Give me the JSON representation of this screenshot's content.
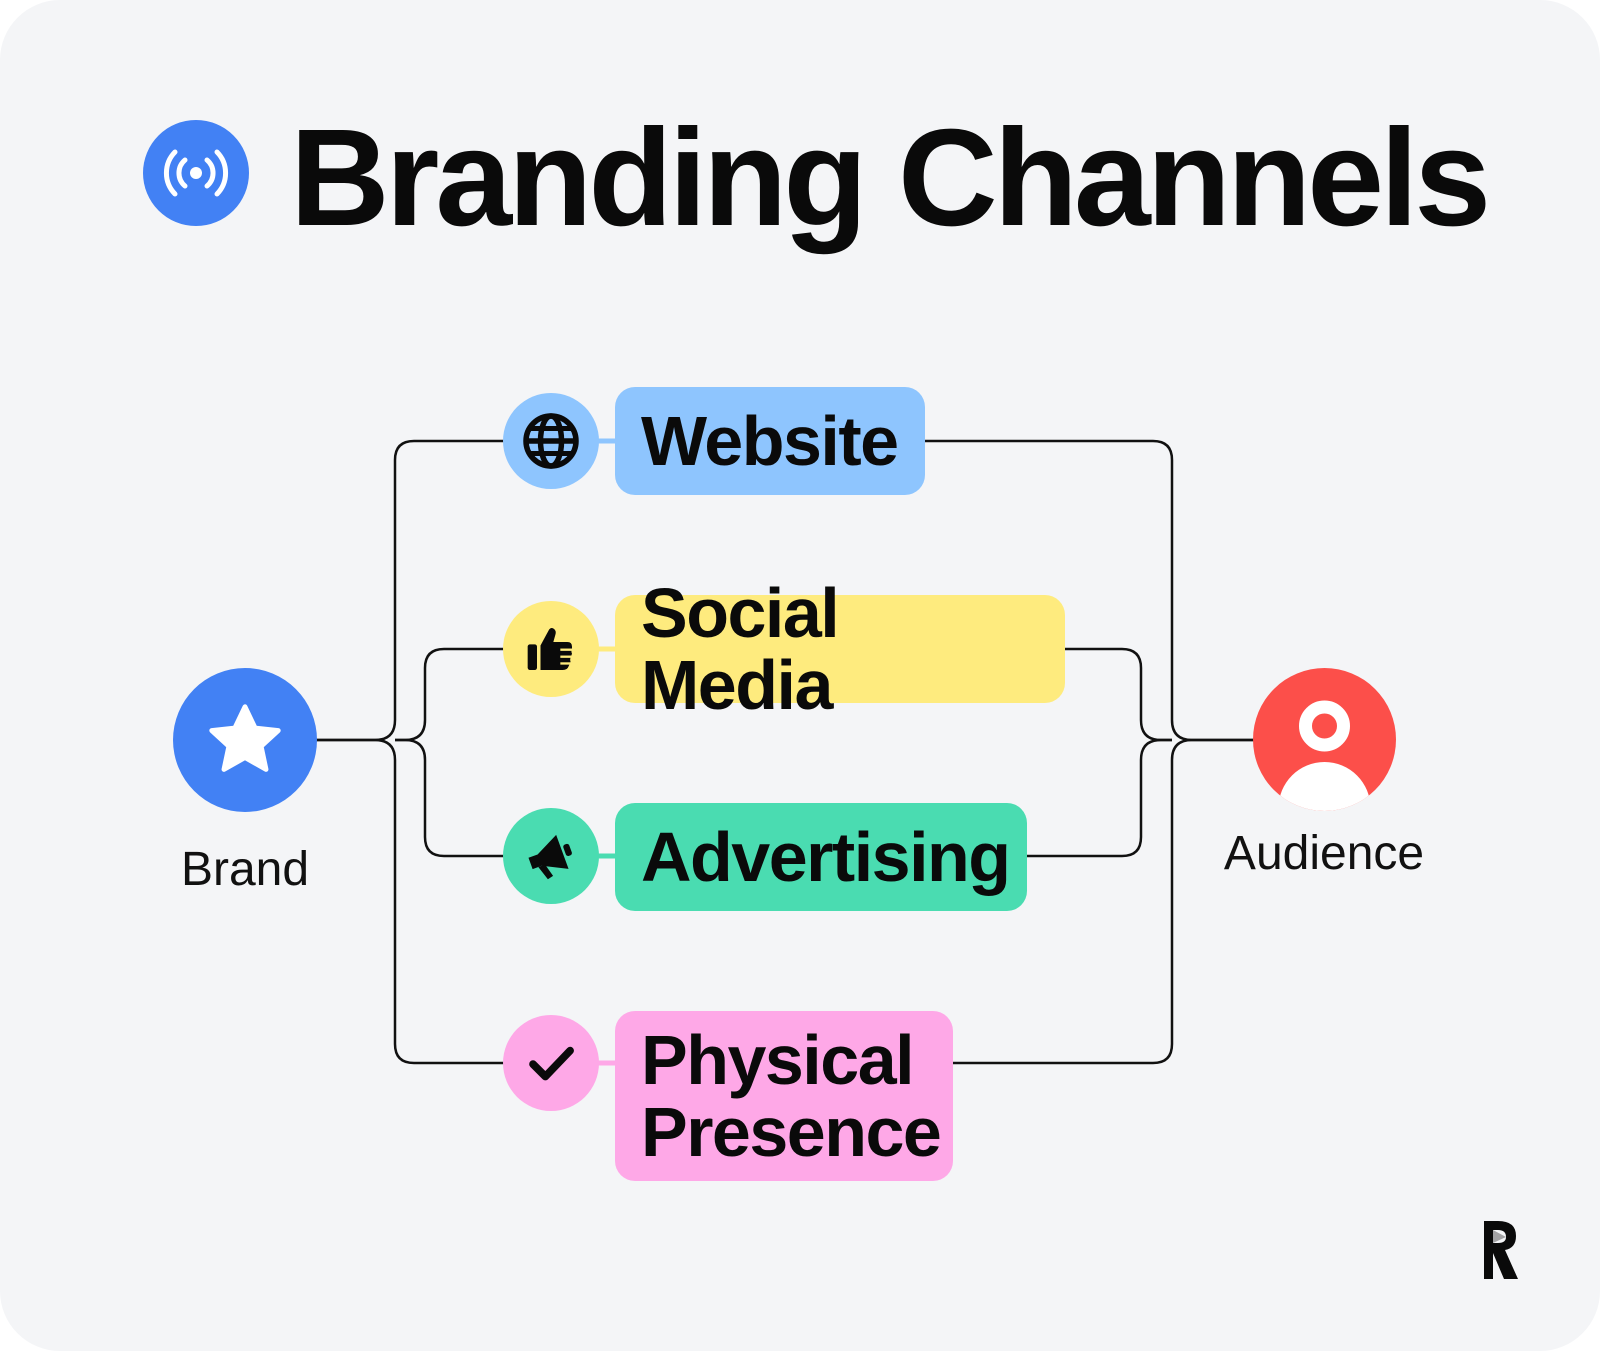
{
  "title": "Branding Channels",
  "title_icon": "broadcast-icon",
  "source": {
    "label": "Brand",
    "icon": "star-icon",
    "color": "#4281f4"
  },
  "target": {
    "label": "Audience",
    "icon": "user-icon",
    "color": "#fc4f4a"
  },
  "channels": [
    {
      "label": "Website",
      "icon": "globe-icon",
      "box_color": "#8ec5fe",
      "icon_color": "#8ec5fe"
    },
    {
      "label": "Social Media",
      "icon": "thumbs-up-icon",
      "box_color": "#feeb7e",
      "icon_color": "#feeb7e"
    },
    {
      "label": "Advertising",
      "icon": "megaphone-icon",
      "box_color": "#4adcb1",
      "icon_color": "#4adcb1"
    },
    {
      "label": "Physical\nPresence",
      "icon": "checkmark-icon",
      "box_color": "#fea8e7",
      "icon_color": "#fea8e7"
    }
  ],
  "logo_icon": "r-logo-icon"
}
